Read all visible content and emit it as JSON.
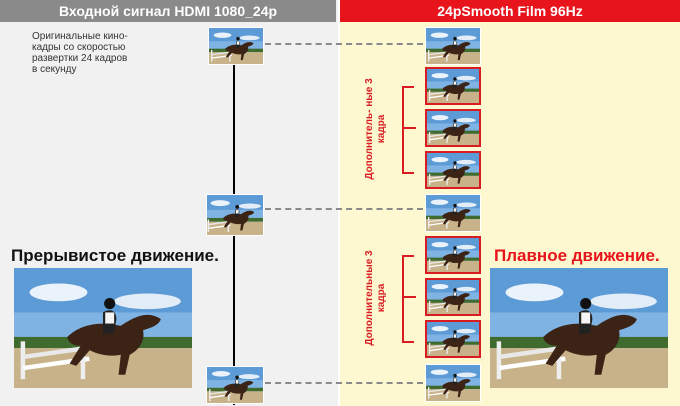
{
  "headers": {
    "left": "Входной сигнал HDMI  1080_24p",
    "right": "24pSmooth Film  96Hz"
  },
  "note": "Оригинальные кино-кадры со скоростью развертки 24 кадров в секунду",
  "captions": {
    "left": "Прерывистое движение.",
    "right": "Плавное движение."
  },
  "labels": {
    "extra_frames_1": "Дополнитель- ные 3 кадра",
    "extra_frames_2": "Дополнительные 3 кадра"
  },
  "colors": {
    "accent_red": "#e8141c",
    "header_gray": "#8a8a8a",
    "right_bg": "#fdf8cf",
    "left_bg": "#f1f1f1"
  },
  "image_subject": "horse-jumping-photo"
}
